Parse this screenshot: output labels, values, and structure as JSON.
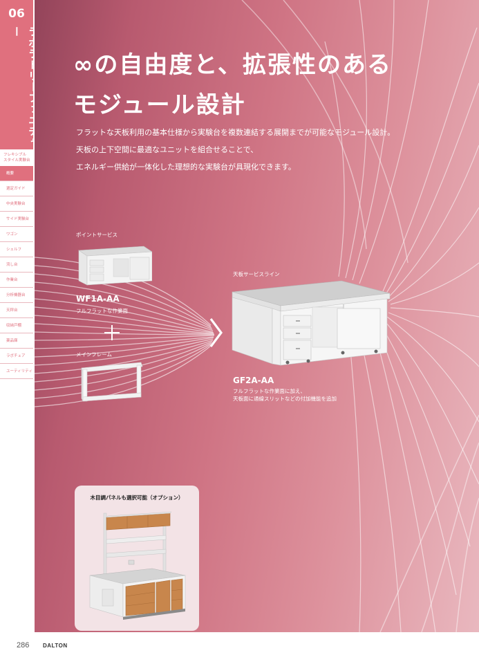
{
  "sidebar": {
    "chapter_number": "06",
    "chapter_title": "ラボラトリーファニチャー",
    "subtitle_line1": "フレキシブル",
    "subtitle_line2": "スタイル実験台",
    "items": [
      {
        "label": "概要",
        "active": true
      },
      {
        "label": "選定ガイド",
        "active": false
      },
      {
        "label": "中央実験台",
        "active": false
      },
      {
        "label": "サイド実験台",
        "active": false
      },
      {
        "label": "ワゴン",
        "active": false
      },
      {
        "label": "シェルフ",
        "active": false
      },
      {
        "label": "流し台",
        "active": false
      },
      {
        "label": "作業台",
        "active": false
      },
      {
        "label": "分析機器台",
        "active": false
      },
      {
        "label": "天秤台",
        "active": false
      },
      {
        "label": "収納戸棚",
        "active": false
      },
      {
        "label": "薬品庫",
        "active": false
      },
      {
        "label": "ラボチェア",
        "active": false
      },
      {
        "label": "ユーティリティ",
        "active": false
      }
    ]
  },
  "headline": {
    "line1": "∞の自由度と、拡張性のある",
    "line2": "モジュール設計"
  },
  "lead": {
    "line1": "フラットな天板利用の基本仕様から実験台を複数連結する展開までが可能なモジュール設計。",
    "line2": "天板の上下空間に最適なユニットを組合せることで、",
    "line3": "エネルギー供給が一体化した理想的な実験台が具現化できます。"
  },
  "product_left": {
    "caption": "ポイントサービス",
    "model": "WF1A-AA",
    "description": "フルフラットな作業面"
  },
  "frame": {
    "caption": "メインフレーム"
  },
  "product_right": {
    "caption": "天板サービスライン",
    "model": "GF2A-AA",
    "description_line1": "フルフラットな作業面に加え、",
    "description_line2": "天板面に通線スリットなどの付加機能を追加"
  },
  "option": {
    "title": "木目調パネルも選択可能（オプション）"
  },
  "footer": {
    "page_number": "286",
    "brand": "DALTON"
  },
  "colors": {
    "accent": "#e0707e",
    "bg_dark": "#93445a",
    "bg_light": "#e9b8bf"
  }
}
